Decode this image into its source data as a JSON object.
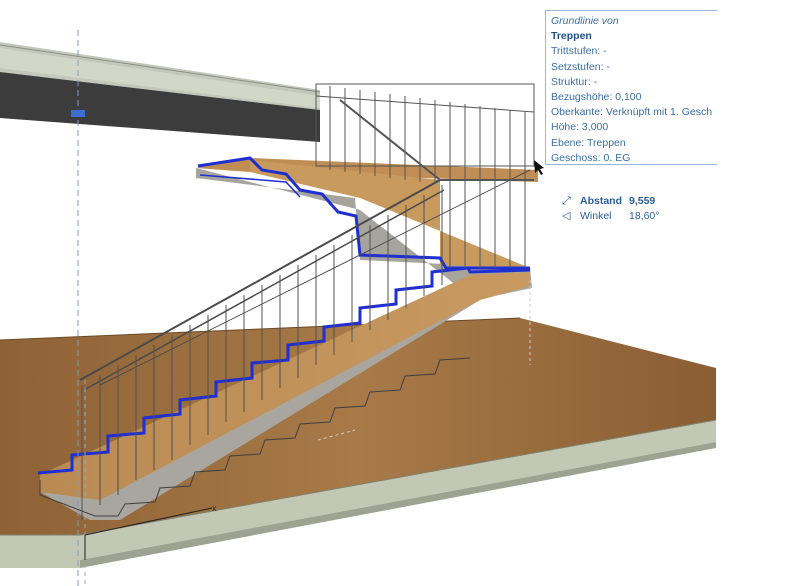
{
  "tooltip": {
    "title": "Grundlinie von",
    "element_name": "Treppen",
    "lines": [
      "Trittstufen: -",
      "Setzstufen: -",
      "Struktur: -",
      "Bezugshöhe: 0,100",
      "Oberkante: Verknüpft mit 1. Gesch",
      "Höhe: 3,000",
      "Ebene: Treppen",
      "Geschoss: 0. EG"
    ]
  },
  "measurement": {
    "distance_label": "Abstand",
    "distance_value": "9,559",
    "angle_label": "Winkel",
    "angle_value": "18,60°"
  },
  "axis_label": "x",
  "colors": {
    "wood": "#a87a48",
    "concrete": "#b3b0aa",
    "edge_highlight": "#1f2fd0",
    "tooltip_text": "#3a6ea5",
    "dark_beam": "#3c3c3c"
  },
  "icons": [
    "distance-icon",
    "angle-icon",
    "cursor-arrow-icon"
  ]
}
